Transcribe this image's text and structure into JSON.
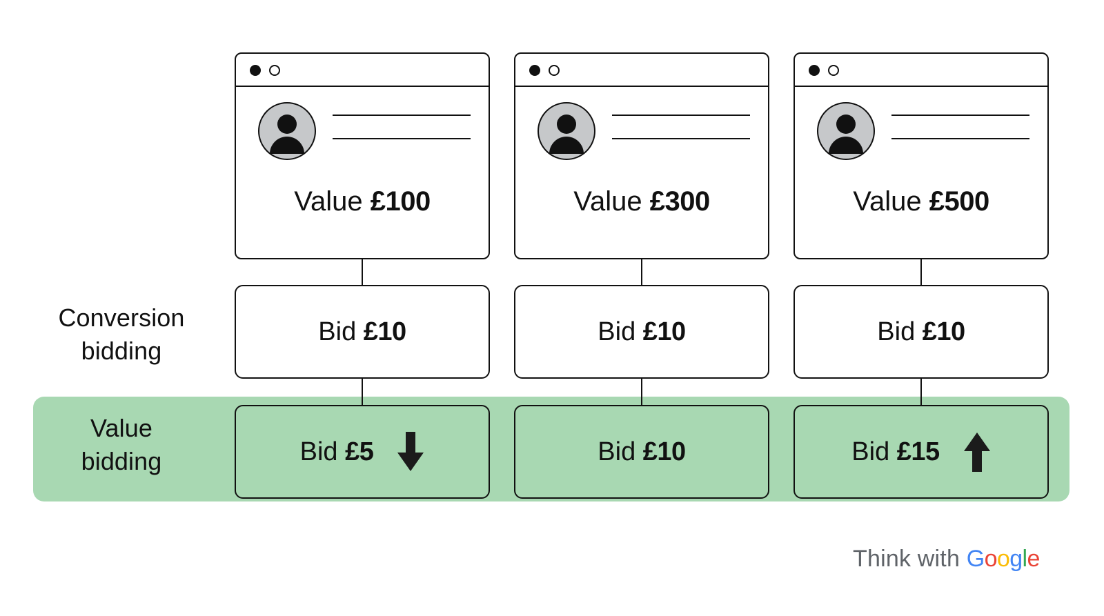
{
  "rows": {
    "conversion_label": "Conversion\nbidding",
    "conversion_label_line1": "Conversion",
    "conversion_label_line2": "bidding",
    "value_label_line1": "Value",
    "value_label_line2": "bidding"
  },
  "columns": [
    {
      "value_prefix": "Value ",
      "value_amount": "£100",
      "conversion_bid_prefix": "Bid ",
      "conversion_bid_amount": "£10",
      "value_bid_prefix": "Bid ",
      "value_bid_amount": "£5",
      "value_bid_arrow": "arrow-down"
    },
    {
      "value_prefix": "Value ",
      "value_amount": "£300",
      "conversion_bid_prefix": "Bid ",
      "conversion_bid_amount": "£10",
      "value_bid_prefix": "Bid ",
      "value_bid_amount": "£10",
      "value_bid_arrow": "none"
    },
    {
      "value_prefix": "Value ",
      "value_amount": "£500",
      "conversion_bid_prefix": "Bid ",
      "conversion_bid_amount": "£10",
      "value_bid_prefix": "Bid ",
      "value_bid_amount": "£15",
      "value_bid_arrow": "arrow-up"
    }
  ],
  "branding": {
    "think_with": "Think with ",
    "google_letters": [
      "G",
      "o",
      "o",
      "g",
      "l",
      "e"
    ],
    "google_letter_0": "G",
    "google_letter_1": "o",
    "google_letter_2": "o",
    "google_letter_3": "g",
    "google_letter_4": "l",
    "google_letter_5": "e"
  },
  "icons": {
    "window_dot_filled": "window-dot-filled",
    "window_dot_hollow": "window-dot-hollow",
    "avatar": "person-avatar-icon",
    "arrow_down": "arrow-down-icon",
    "arrow_up": "arrow-up-icon"
  },
  "colors": {
    "highlight_green": "#a8d8b2",
    "stroke": "#111111",
    "avatar_gray": "#c6c8ca",
    "google_blue": "#4285f4",
    "google_red": "#ea4335",
    "google_yellow": "#fbbc05",
    "google_green": "#34a853",
    "think_gray": "#5f6368"
  }
}
